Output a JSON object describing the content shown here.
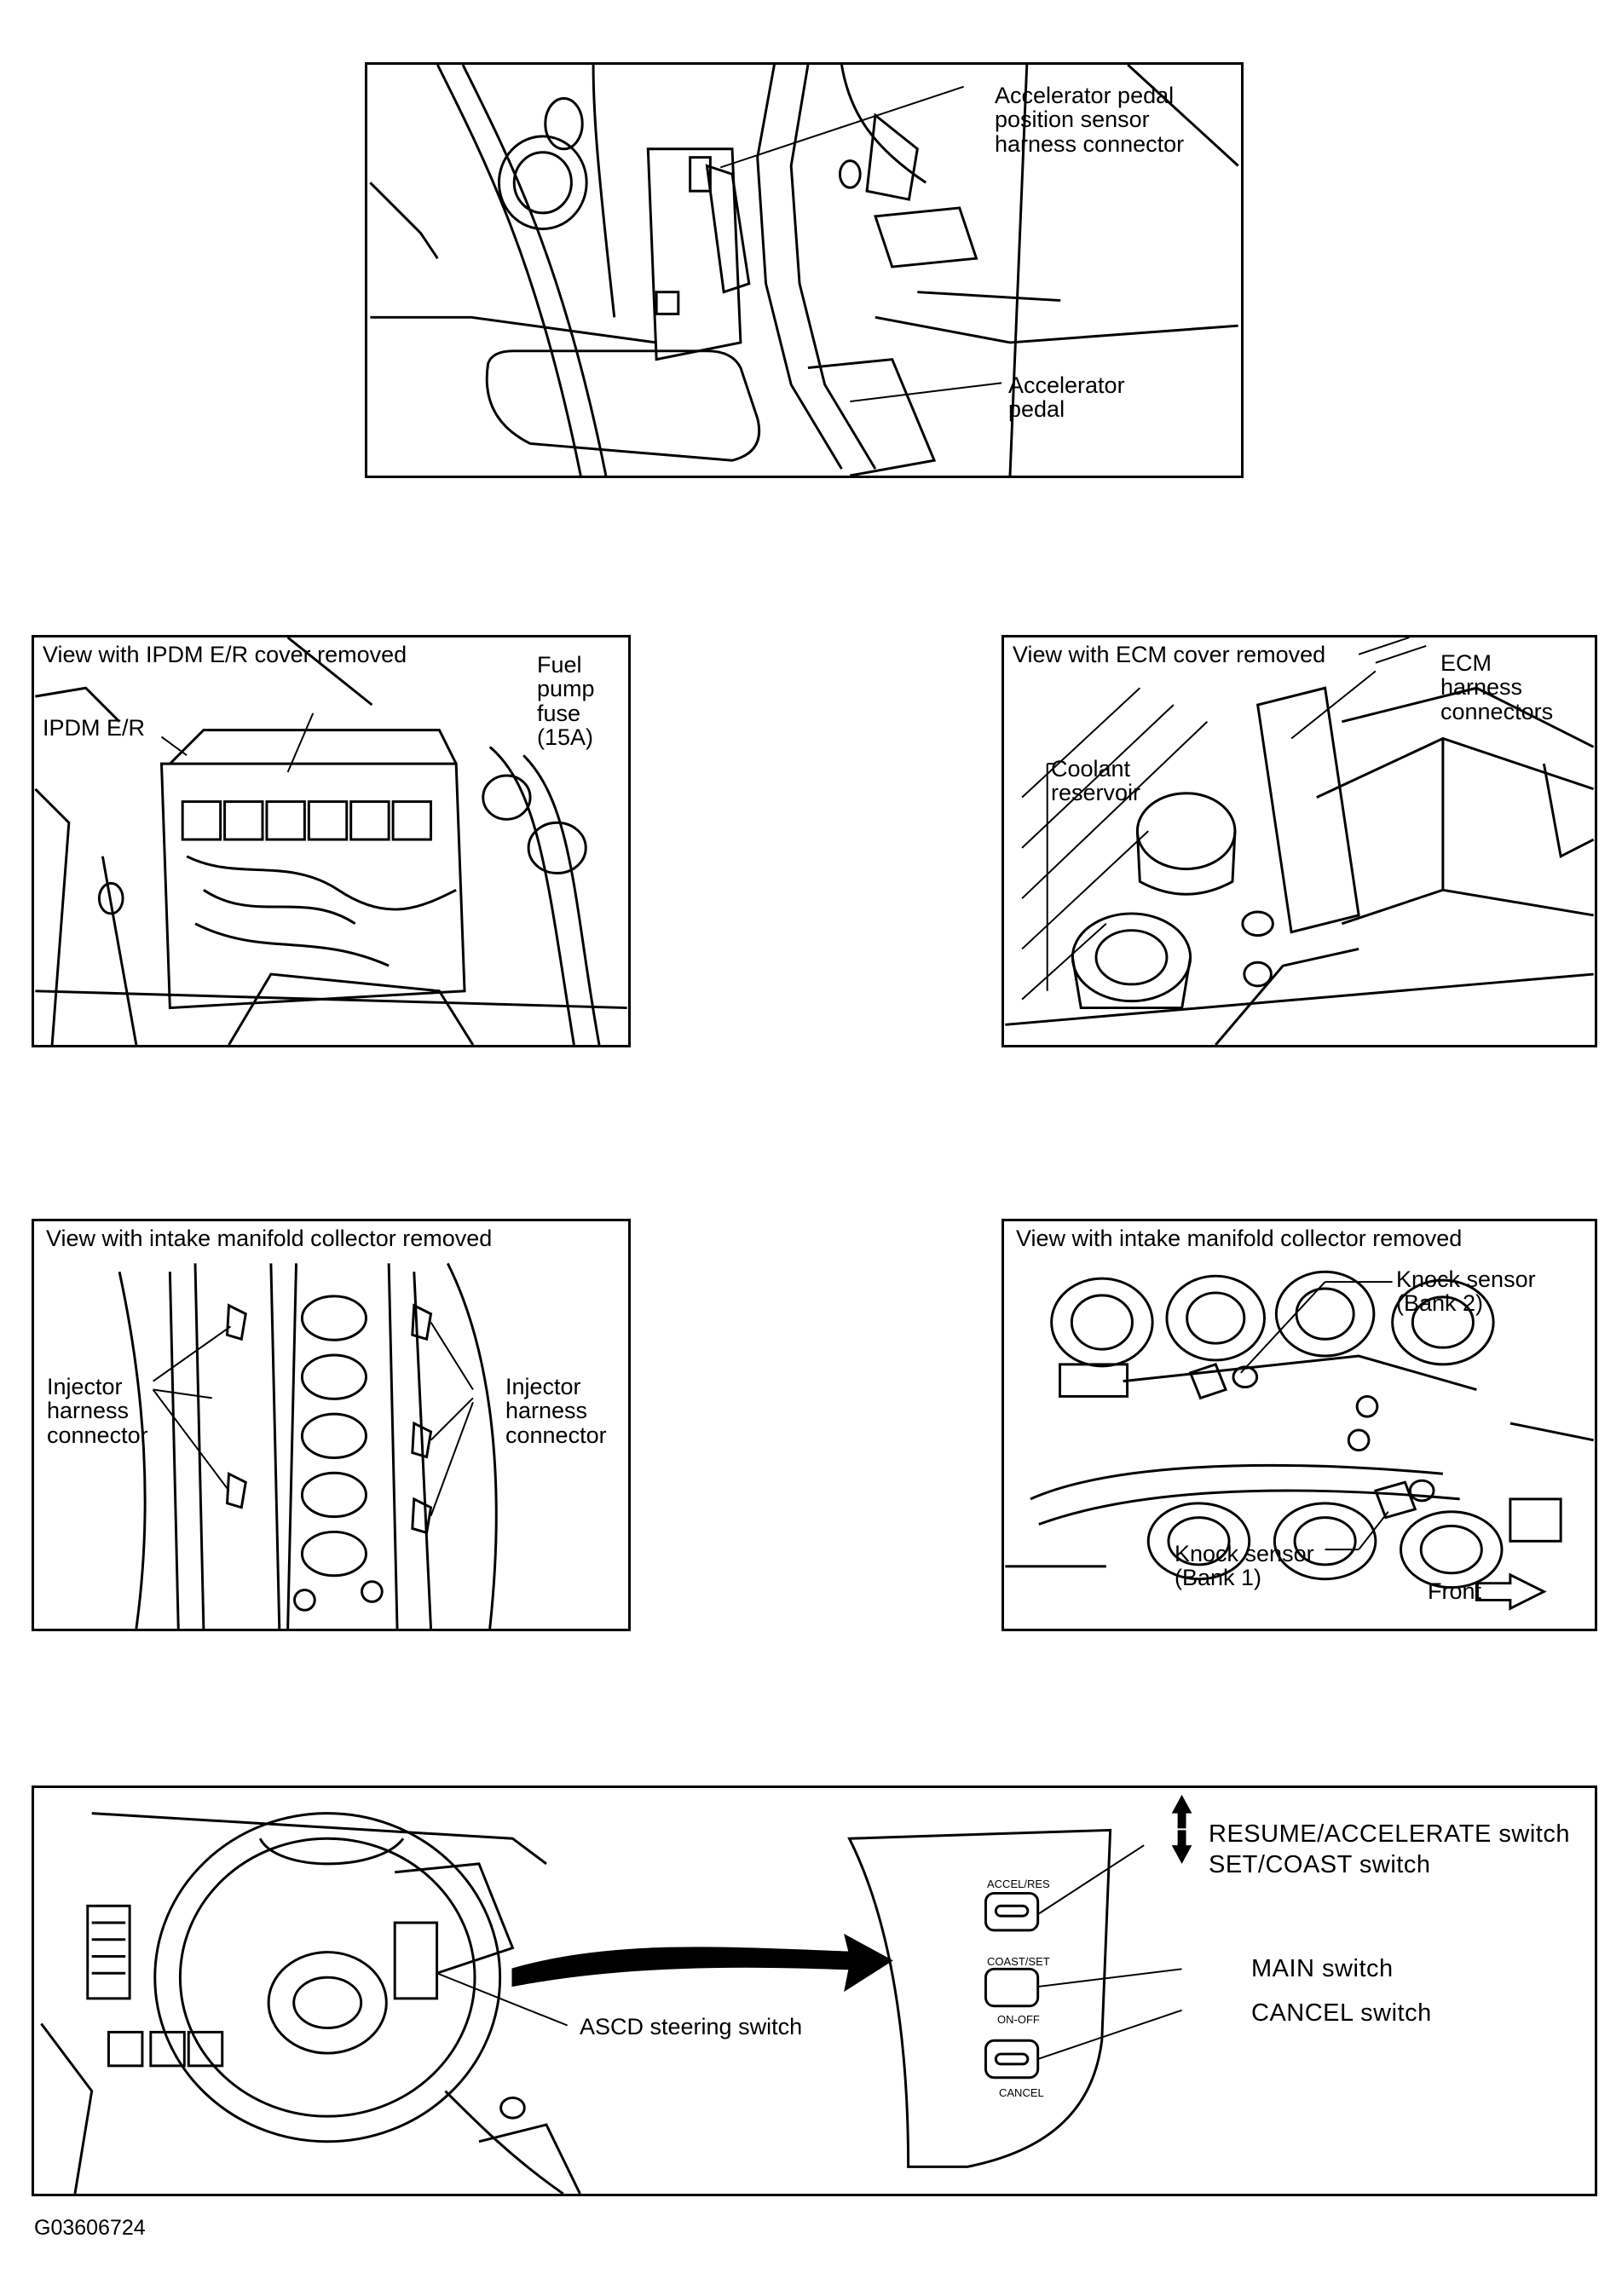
{
  "figure_id": "G03606724",
  "panels": {
    "pedal": {
      "labels": {
        "app_sensor": "Accelerator pedal\nposition sensor\nharness connector",
        "pedal": "Accelerator\npedal"
      }
    },
    "ipdm": {
      "caption": "View with IPDM E/R cover removed",
      "labels": {
        "ipdm": "IPDM E/R",
        "fuse": "Fuel\npump\nfuse\n(15A)"
      }
    },
    "ecm": {
      "caption": "View with ECM cover removed",
      "labels": {
        "ecm": "ECM\nharness\nconnectors",
        "coolant": "Coolant\nreservoir"
      }
    },
    "injector": {
      "caption": "View with intake manifold collector removed",
      "labels": {
        "left": "Injector\nharness\nconnector",
        "right": "Injector\nharness\nconnector"
      }
    },
    "knock": {
      "caption": "View with intake manifold collector removed",
      "labels": {
        "bank2": "Knock sensor\n(Bank 2)",
        "bank1": "Knock sensor\n(Bank 1)",
        "front": "Front"
      }
    },
    "ascd": {
      "labels": {
        "steering_switch": "ASCD steering switch",
        "resume": "RESUME/ACCELERATE switch",
        "set": "SET/COAST switch",
        "main": "MAIN switch",
        "cancel": "CANCEL switch"
      },
      "button_text": {
        "accel_res": "ACCEL/RES",
        "coast_set": "COAST/SET",
        "on_off": "ON-OFF",
        "cancel": "CANCEL"
      }
    }
  }
}
